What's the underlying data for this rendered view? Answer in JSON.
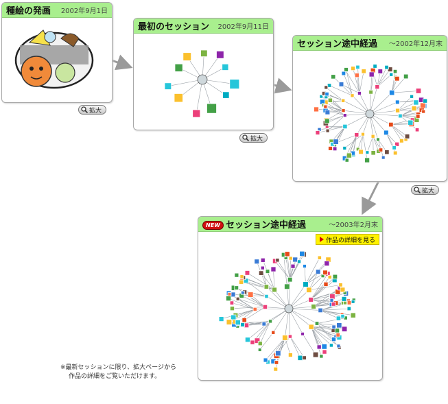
{
  "panels": [
    {
      "title": "種絵の発画",
      "date": "2002年9月1日",
      "zoom": "拡大"
    },
    {
      "title": "最初のセッション",
      "date": "2002年9月11日",
      "zoom": "拡大"
    },
    {
      "title": "セッション途中経過",
      "date": "～2002年12月末",
      "zoom": "拡大"
    },
    {
      "title": "セッション途中経過",
      "date": "～2003年2月末",
      "badge": "NEW",
      "detail_button": "作品の詳細を見る"
    }
  ],
  "note": {
    "line1": "※最新セッションに限り、拡大ページから",
    "line2": "作品の詳細をご覧いただけます。"
  },
  "colors": {
    "header_bg": "#a9ef8e",
    "arrow": "#9a9a9a",
    "detail_button_bg": "#fff200",
    "new_badge": "#d01010"
  }
}
